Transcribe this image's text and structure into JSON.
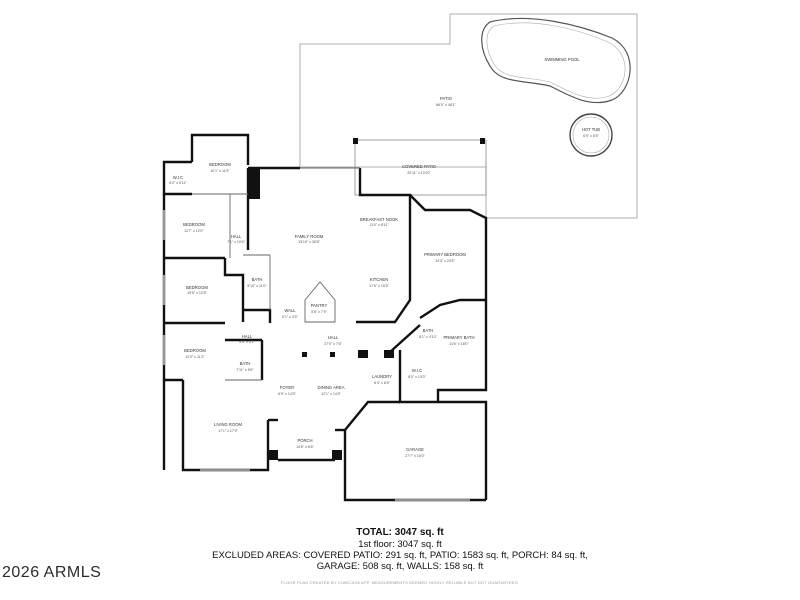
{
  "rooms": {
    "bedroom_top": {
      "name": "BEDROOM",
      "dim": "10'1\" x 11'9\""
    },
    "wic_left": {
      "name": "W.I.C",
      "dim": "5'2\" x 5'11\""
    },
    "bedroom_2": {
      "name": "BEDROOM",
      "dim": "11'7\" x 12'0\""
    },
    "hall_left": {
      "name": "HALL",
      "dim": "7'1\" x 10'4\""
    },
    "family_room": {
      "name": "FAMILY ROOM",
      "dim": "15'10\" x 36'8\""
    },
    "breakfast_nook": {
      "name": "BREAKFAST NOOK",
      "dim": "11'0\" x 8'11\""
    },
    "covered_patio": {
      "name": "COVERED PATIO",
      "dim": "20'11\" x 13'10\""
    },
    "patio": {
      "name": "PATIO",
      "dim": "66'0\" x 48'1\""
    },
    "swimming_pool": {
      "name": "SWIMMING POOL"
    },
    "hot_tub": {
      "name": "HOT TUB",
      "dim": "6'9\" x 6'5\""
    },
    "primary_bedroom": {
      "name": "PRIMARY BEDROOM",
      "dim": "14'3\" x 24'5\""
    },
    "kitchen": {
      "name": "KITCHEN",
      "dim": "17'6\" x 15'5\""
    },
    "bedroom_3": {
      "name": "BEDROOM",
      "dim": "15'5\" x 12'5\""
    },
    "bath_1": {
      "name": "BATH",
      "dim": "9'10\" x 11'0\""
    },
    "pantry": {
      "name": "PANTRY",
      "dim": "5'8\" x 7'9\""
    },
    "wall": {
      "name": "WALL",
      "dim": "6'1\" x 3'5\""
    },
    "bath_2": {
      "name": "BATH",
      "dim": "8'1\" x 4'10\""
    },
    "primary_bath": {
      "name": "PRIMARY BATH",
      "dim": "11'6\" x 18'0\""
    },
    "hall_mid": {
      "name": "HALL",
      "dim": "9'4\" x 5'2\""
    },
    "hall_center": {
      "name": "HALL",
      "dim": "27'0\" x 7'6\""
    },
    "bedroom_4": {
      "name": "BEDROOM",
      "dim": "12'0\" x 11'2\""
    },
    "bath_3": {
      "name": "BATH",
      "dim": "7'11\" x 5'6\""
    },
    "wic_right": {
      "name": "W.I.C",
      "dim": "8'0\" x 13'0\""
    },
    "laundry": {
      "name": "LAUNDRY",
      "dim": "6'4\" x 8'6\""
    },
    "foyer": {
      "name": "FOYER",
      "dim": "6'9\" x 14'5\""
    },
    "dining_area": {
      "name": "DINING AREA",
      "dim": "12'1\" x 14'5\""
    },
    "living_room": {
      "name": "LIVING ROOM",
      "dim": "17'1\" x 17'9\""
    },
    "porch": {
      "name": "PORCH",
      "dim": "14'6\" x 6'6\""
    },
    "garage": {
      "name": "GARAGE",
      "dim": "27'7\" x 15'0\""
    }
  },
  "summary": {
    "total": "TOTAL: 3047 sq. ft",
    "floor1": "1st floor: 3047 sq. ft",
    "excluded_line1": "EXCLUDED AREAS: COVERED PATIO: 291 sq. ft, PATIO: 1583 sq. ft, PORCH: 84 sq. ft,",
    "excluded_line2": "GARAGE: 508 sq. ft, WALLS: 158 sq. ft"
  },
  "watermark": "2026 ARMLS",
  "disclaimer": "FLOOR PLAN CREATED BY CUBICASA APP. MEASUREMENTS DEEMED HIGHLY RELIABLE BUT NOT GUARANTEED.",
  "colors": {
    "wall": "#111111",
    "outline": "#888888",
    "text": "#333333"
  }
}
